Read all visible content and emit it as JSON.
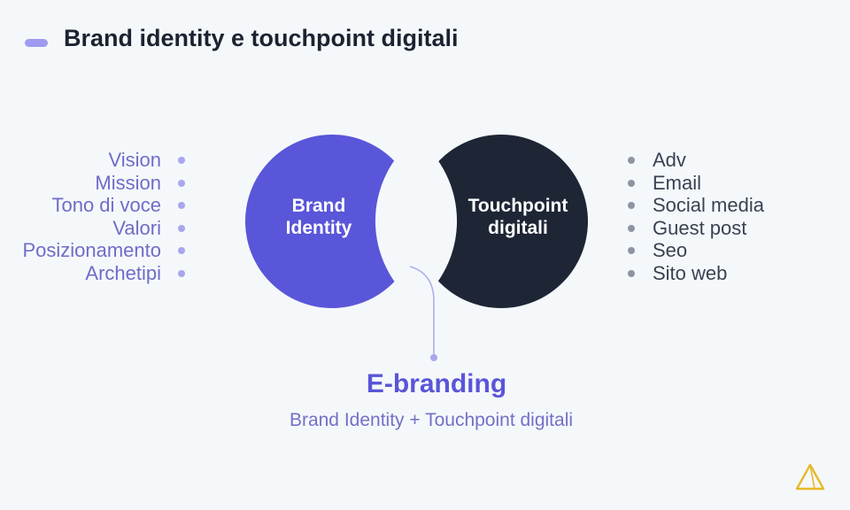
{
  "header": {
    "title": "Brand identity e touchpoint digitali"
  },
  "left_list": {
    "items": [
      "Vision",
      "Mission",
      "Tono di voce",
      "Valori",
      "Posizionamento",
      "Archetipi"
    ]
  },
  "right_list": {
    "items": [
      "Adv",
      "Email",
      "Social media",
      "Guest post",
      "Seo",
      "Sito web"
    ]
  },
  "diagram": {
    "left_circle_label": "Brand\nIdentity",
    "right_circle_label": "Touchpoint\ndigitali",
    "result_title": "E-branding",
    "result_subtitle": "Brand Identity + Touchpoint digitali"
  },
  "colors": {
    "accent": "#5956d9",
    "dark": "#1e2636",
    "background": "#f5f8fb"
  },
  "icons": {
    "logo": "triangle-logo-icon"
  }
}
